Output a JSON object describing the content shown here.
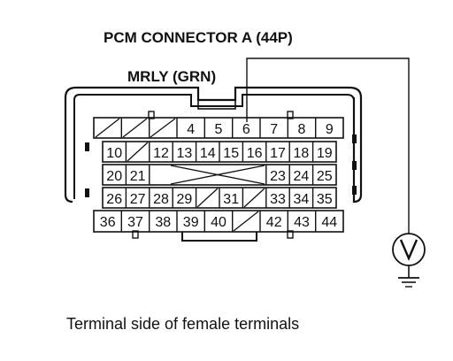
{
  "connector_title": "PCM CONNECTOR A (44P)",
  "wire_label": "MRLY (GRN)",
  "meter_symbol": "V",
  "caption": "Terminal side of female terminals",
  "terminals": {
    "row1": [
      "",
      "",
      "",
      "4",
      "5",
      "6",
      "7",
      "8",
      "9"
    ],
    "row2": [
      "10",
      "",
      "12",
      "13",
      "14",
      "15",
      "16",
      "17",
      "18",
      "19"
    ],
    "row3": [
      "20",
      "21",
      "23",
      "24",
      "25"
    ],
    "row4": [
      "26",
      "27",
      "28",
      "29",
      "",
      "31",
      "",
      "33",
      "34",
      "35"
    ],
    "row5": [
      "36",
      "37",
      "38",
      "39",
      "40",
      "",
      "42",
      "43",
      "44"
    ]
  },
  "probed_terminal": "6",
  "colors": {
    "ink": "#111111",
    "background": "#ffffff"
  }
}
